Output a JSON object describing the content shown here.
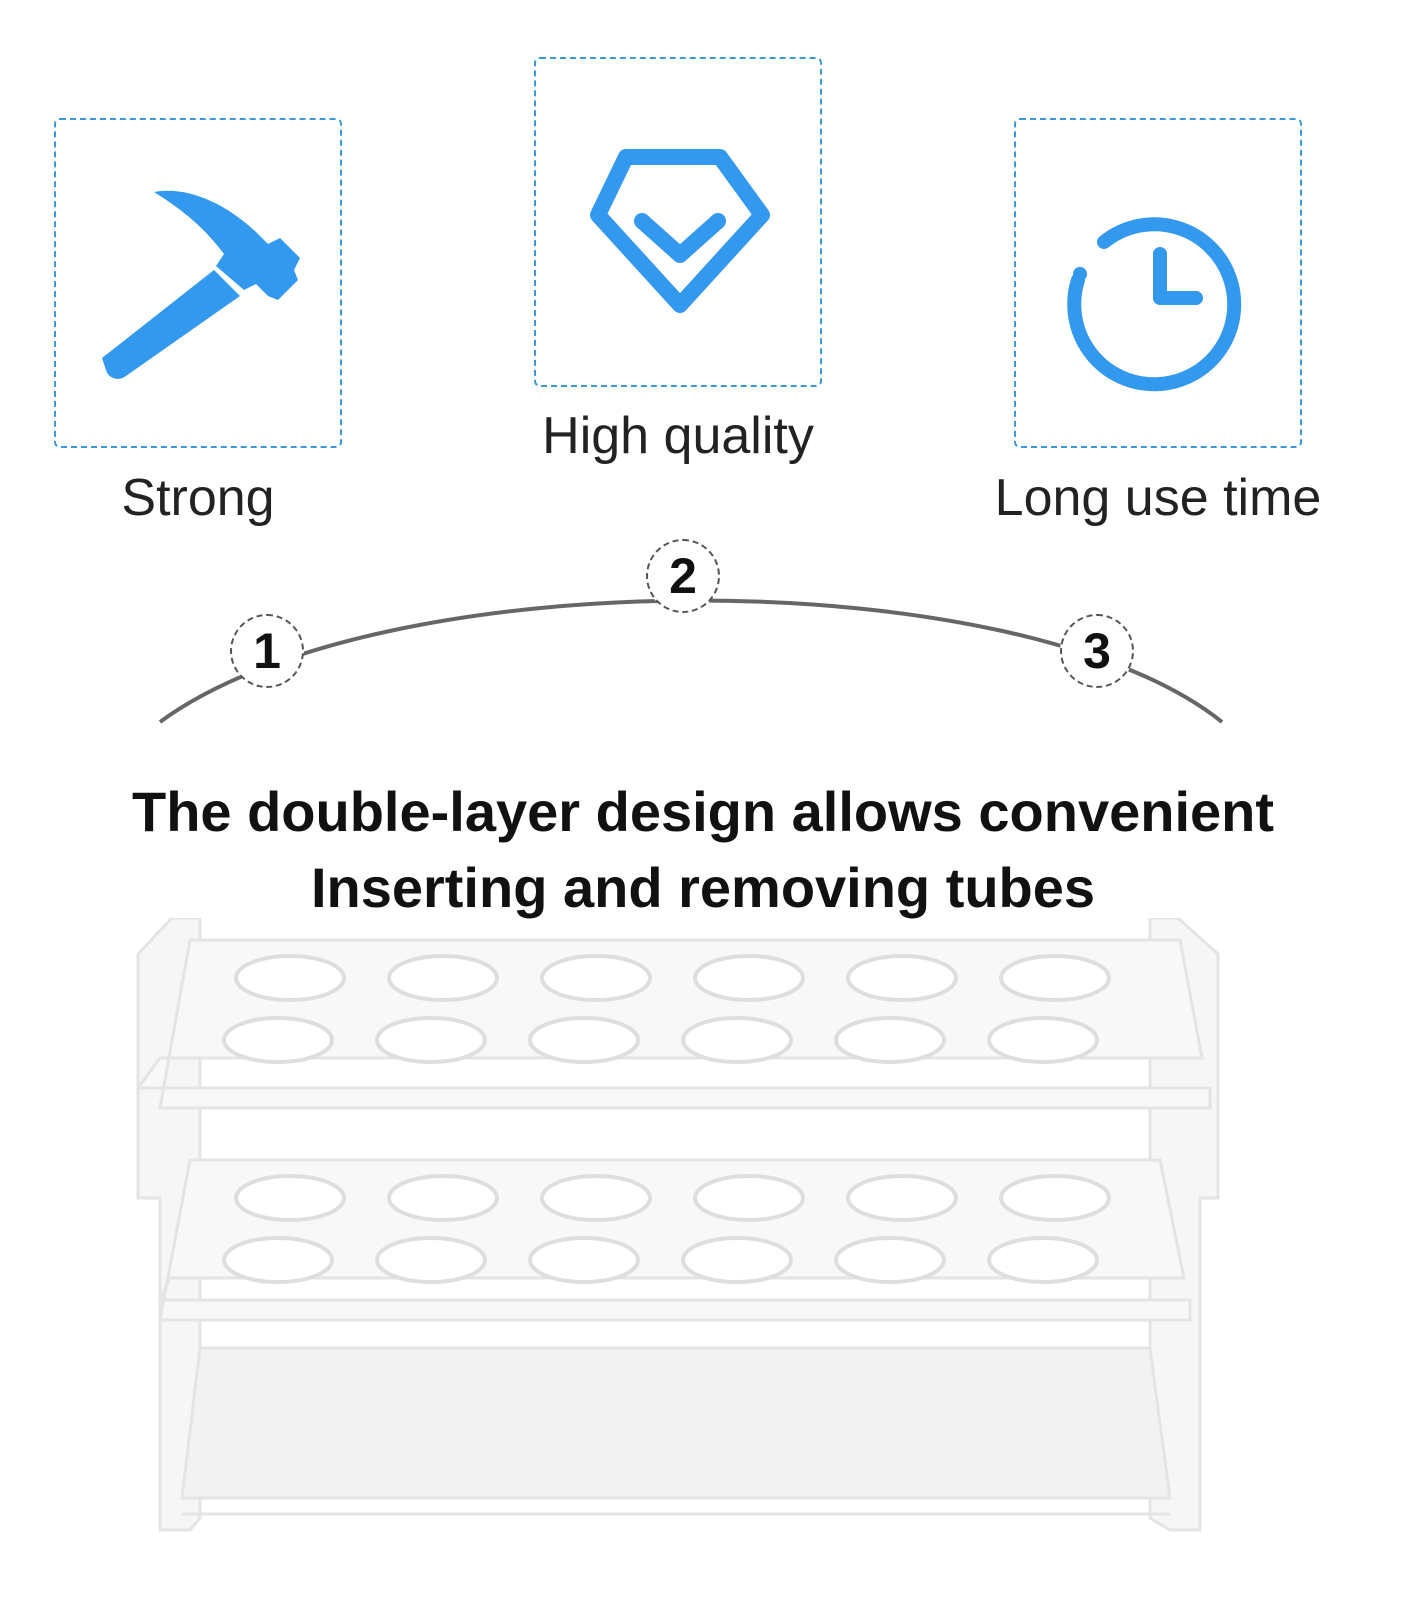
{
  "features": [
    {
      "label": "Strong",
      "icon": "hammer-icon"
    },
    {
      "label": "High quality",
      "icon": "diamond-icon"
    },
    {
      "label": "Long use time",
      "icon": "clock-icon"
    }
  ],
  "steps": [
    "1",
    "2",
    "3"
  ],
  "headline": {
    "line1": "The double-layer design allows convenient",
    "line2": "Inserting and removing tubes"
  },
  "colors": {
    "accent": "#3399ee",
    "border": "#3a9ad9",
    "arc": "#666666"
  },
  "product": {
    "name": "test-tube-rack",
    "rows_per_layer": 2,
    "holes_per_row": 6,
    "layers": 2
  }
}
